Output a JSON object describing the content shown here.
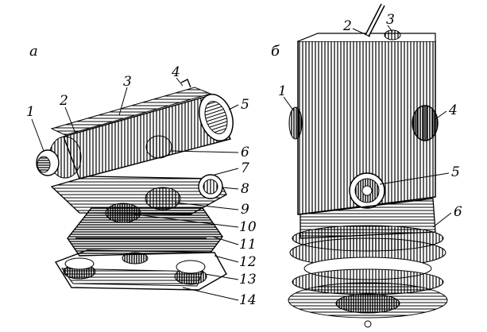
{
  "figure": {
    "panels": [
      {
        "id": "a",
        "label": "а",
        "callouts": [
          "1",
          "2",
          "3",
          "4",
          "5",
          "6",
          "7",
          "8",
          "9",
          "10",
          "11",
          "12",
          "13",
          "14"
        ]
      },
      {
        "id": "b",
        "label": "б",
        "callouts": [
          "1",
          "2",
          "3",
          "4",
          "5",
          "6"
        ]
      }
    ],
    "colors": {
      "ink": "#000000",
      "paper": "#ffffff"
    }
  }
}
